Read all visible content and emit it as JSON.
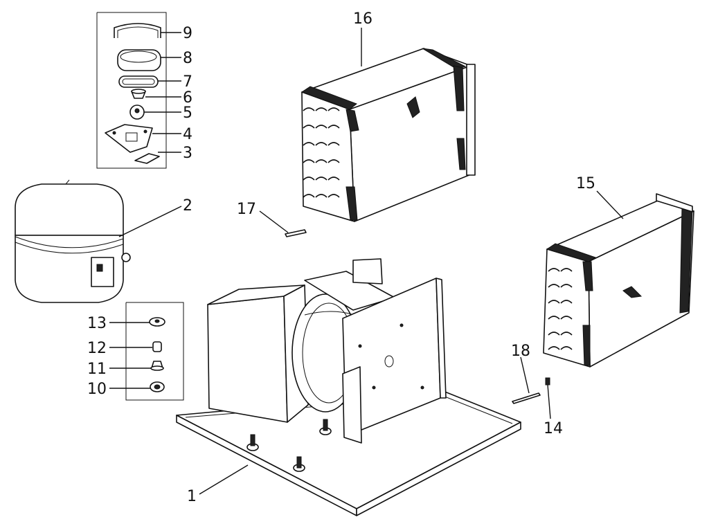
{
  "diagram": {
    "callouts": [
      {
        "id": "1",
        "text": "1"
      },
      {
        "id": "2",
        "text": "2"
      },
      {
        "id": "3",
        "text": "3"
      },
      {
        "id": "4",
        "text": "4"
      },
      {
        "id": "5",
        "text": "5"
      },
      {
        "id": "6",
        "text": "6"
      },
      {
        "id": "7",
        "text": "7"
      },
      {
        "id": "8",
        "text": "8"
      },
      {
        "id": "9",
        "text": "9"
      },
      {
        "id": "10",
        "text": "10"
      },
      {
        "id": "11",
        "text": "11"
      },
      {
        "id": "12",
        "text": "12"
      },
      {
        "id": "13",
        "text": "13"
      },
      {
        "id": "14",
        "text": "14"
      },
      {
        "id": "15",
        "text": "15"
      },
      {
        "id": "16",
        "text": "16"
      },
      {
        "id": "17",
        "text": "17"
      },
      {
        "id": "18",
        "text": "18"
      }
    ],
    "colors": {
      "ink": "#111111",
      "paper": "#ffffff"
    }
  }
}
